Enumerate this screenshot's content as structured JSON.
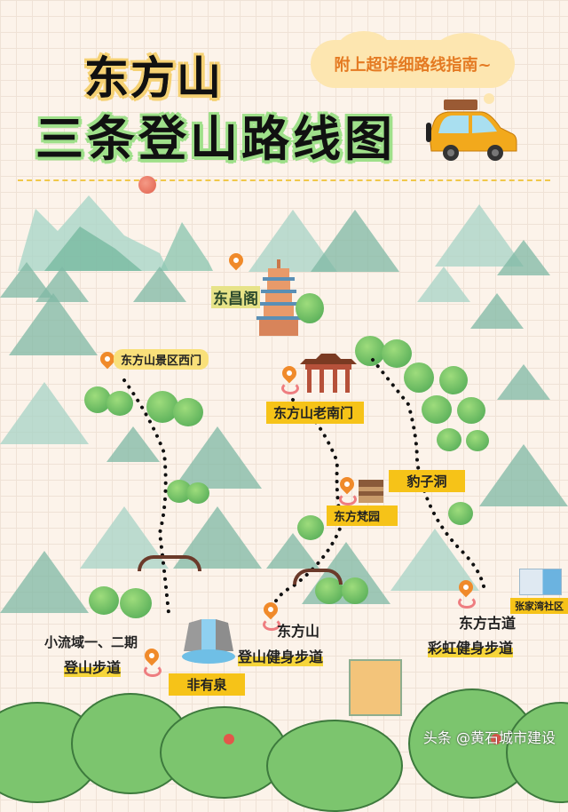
{
  "header": {
    "title_line1": "东方山",
    "title_line2": "三条登山路线图",
    "cloud_note": "附上超详细路线指南~"
  },
  "map": {
    "landmarks": [
      {
        "id": "dongchangge",
        "label": "东昌阁"
      },
      {
        "id": "west_gate",
        "label": "东方山景区西门"
      },
      {
        "id": "old_south_gate",
        "label": "东方山老南门"
      },
      {
        "id": "baozi_cave",
        "label": "豹子洞"
      },
      {
        "id": "fan_garden",
        "label": "东方梵园"
      },
      {
        "id": "feiyou_spring",
        "label": "非有泉"
      },
      {
        "id": "zhangjiawan",
        "label": "张家湾社区"
      }
    ],
    "routes": [
      {
        "id": "route1",
        "line1": "小流域一、二期",
        "line2": "登山步道"
      },
      {
        "id": "route2",
        "line1": "东方山",
        "line2": "登山健身步道"
      },
      {
        "id": "route3",
        "line1": "东方古道",
        "line2": "彩虹健身步道"
      }
    ],
    "colors": {
      "label_yellow": "#f6c318",
      "pin_orange": "#f08a2a",
      "mountain_green": "#7fb8a4",
      "title_green_outline": "#9fe08a",
      "title_yellow_outline": "#f5d173",
      "cloud_text": "#e47a22"
    }
  },
  "footer": {
    "watermark": "头条 @黄石城市建设"
  }
}
